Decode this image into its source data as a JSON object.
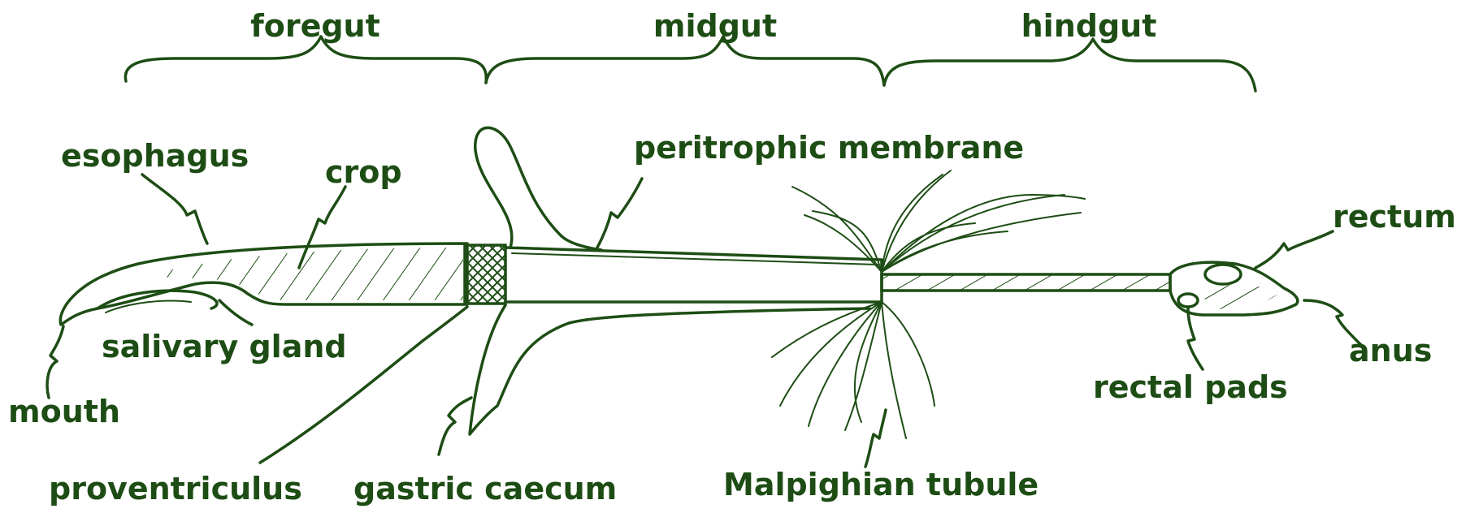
{
  "diagram": {
    "ink_color": "#1d4d14",
    "regions": {
      "foregut": "foregut",
      "midgut": "midgut",
      "hindgut": "hindgut"
    },
    "labels": {
      "esophagus": "esophagus",
      "crop": "crop",
      "peritrophic_membrane": "peritrophic membrane",
      "rectum": "rectum",
      "salivary_gland": "salivary gland",
      "mouth": "mouth",
      "anus": "anus",
      "rectal_pads": "rectal pads",
      "proventriculus": "proventriculus",
      "gastric_caecum": "gastric caecum",
      "malpighian_tubule": "Malpighian tubule"
    }
  }
}
